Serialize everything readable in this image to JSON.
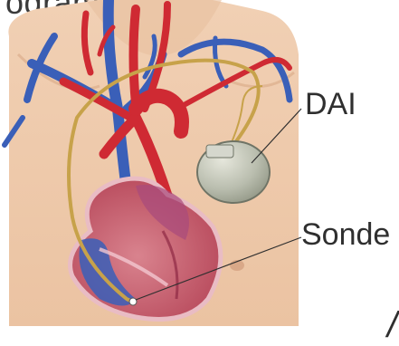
{
  "header": {
    "clipped_text": "ogrammateur."
  },
  "labels": {
    "device": "DAI",
    "lead": "Sonde"
  },
  "corner_glyph": "/"
}
